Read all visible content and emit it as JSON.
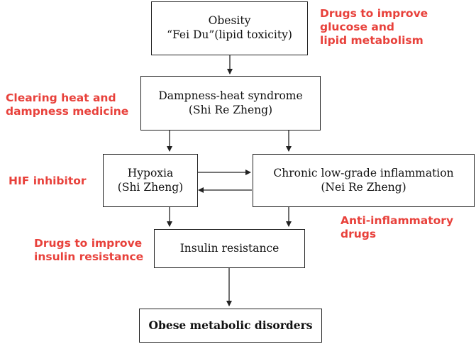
{
  "nodes": {
    "obesity": {
      "line1": "Obesity",
      "line2": "“Fei Du”(lipid toxicity)"
    },
    "dampness": {
      "line1": "Dampness-heat syndrome",
      "line2": "(Shi Re Zheng)"
    },
    "hypoxia": {
      "line1": "Hypoxia",
      "line2": "(Shi Zheng)"
    },
    "inflammation": {
      "line1": "Chronic low-grade inflammation",
      "line2": "(Nei Re Zheng)"
    },
    "insulin": {
      "line1": "Insulin resistance"
    },
    "disorders": {
      "line1": "Obese metabolic disorders"
    }
  },
  "annotations": {
    "glucose_lipid": {
      "line1": "Drugs to improve",
      "line2": "glucose and",
      "line3": "lipid metabolism"
    },
    "clearing": {
      "line1": "Clearing heat and",
      "line2": "dampness medicine"
    },
    "hif": {
      "line1": "HIF inhibitor"
    },
    "antiinflam": {
      "line1": "Anti-inflammatory",
      "line2": "drugs"
    },
    "insulin_drugs": {
      "line1": "Drugs to improve",
      "line2": "insulin resistance"
    }
  },
  "colors": {
    "annotation": "#e8413b",
    "border": "#222222",
    "arrow": "#222222"
  }
}
